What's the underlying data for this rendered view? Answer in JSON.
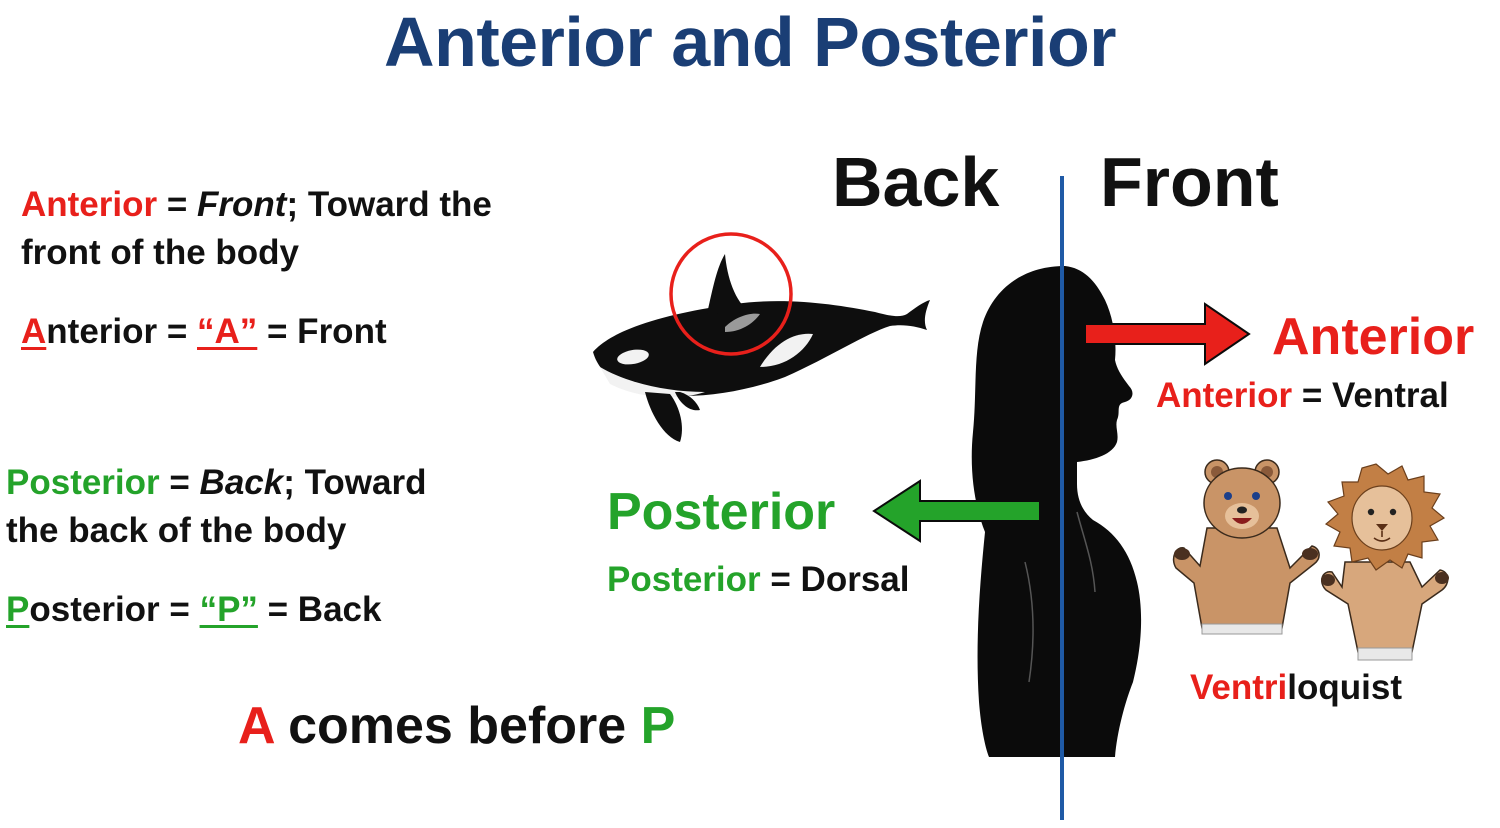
{
  "title": "Anterior and Posterior",
  "colors": {
    "title": "#1a3e75",
    "anterior": "#e8201b",
    "posterior": "#24a32a",
    "midline": "#1f5aa6",
    "text": "#111111"
  },
  "left": {
    "anterior_def": {
      "term": "Anterior",
      "eq": " = ",
      "word": "Front",
      "rest_line1": "; Toward the",
      "line2": "front of the body"
    },
    "anterior_mnemonic": {
      "letter": "A",
      "rest": "nterior = ",
      "quote": "“A”",
      "tail": " = Front"
    },
    "posterior_def": {
      "term": "Posterior",
      "eq": " = ",
      "word": "Back",
      "rest_line1": "; Toward",
      "line2": "the back of the body"
    },
    "posterior_mnemonic": {
      "letter": "P",
      "rest": "osterior = ",
      "quote": "“P”",
      "tail": " = Back"
    },
    "summary": {
      "a": "A",
      "middle": " comes before ",
      "p": "P"
    }
  },
  "diagram": {
    "back_label": "Back",
    "front_label": "Front",
    "posterior_label": "Posterior",
    "posterior_eq": {
      "term": "Posterior",
      "rest": " = Dorsal"
    },
    "anterior_label": "Anterior",
    "anterior_eq": {
      "term": "Anterior",
      "rest": " = Ventral"
    },
    "ventriloquist": {
      "highlight": "Ventri",
      "rest": "loquist"
    }
  },
  "icons": [
    "orca-whale-icon",
    "dorsal-fin-highlight-circle",
    "human-silhouette-icon",
    "bear-puppet-icon",
    "lion-puppet-icon",
    "anterior-arrow-icon",
    "posterior-arrow-icon"
  ]
}
